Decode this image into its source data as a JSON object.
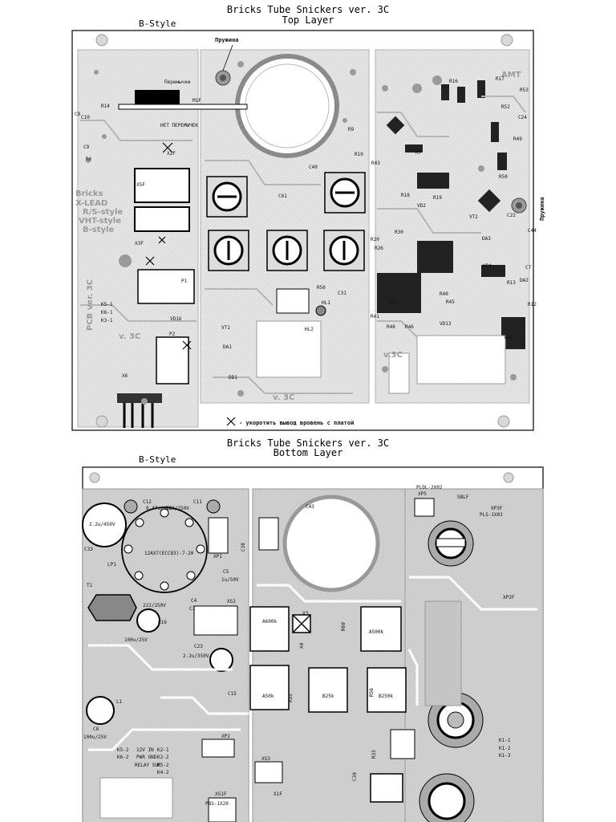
{
  "top": {
    "title_line1": "Bricks Tube Snickers ver. 3C",
    "title_line2": "Top Layer",
    "style_label": "B-Style",
    "spring_top": "Пружина",
    "spring_right": "Пружина",
    "footer_note": "- укоротить вывод вровень с платой",
    "side_text": [
      "Bricks",
      "X-LEAD",
      "R/S-style",
      "VHT-style",
      "B-style"
    ],
    "pcb_label": "PCB ver. 3C",
    "version_left": "v. 3C",
    "version_center": "v. 3C",
    "version_right": "v.3C",
    "jumper_note1": "Перемычки",
    "jumper_note2": "НЕТ ПЕРЕМЫЧЕК",
    "logo": "AMT",
    "resistor_labels": [
      "R16",
      "R14",
      "R17",
      "R52",
      "R53",
      "R6",
      "R9",
      "R10",
      "R7",
      "R18",
      "R19",
      "R20",
      "R26",
      "R30",
      "R41",
      "R43",
      "R50",
      "R12",
      "R13",
      "R40",
      "R45",
      "R46",
      "R48",
      "R49",
      "R56"
    ],
    "other_labels": [
      "C40",
      "C24",
      "C7",
      "C8",
      "C9",
      "C10",
      "C22",
      "C25",
      "C31",
      "C44",
      "C61",
      "X2F",
      "X3F",
      "X5F",
      "X6",
      "P1",
      "P2",
      "VT1",
      "VT2",
      "VD1",
      "VD2",
      "VD4",
      "VD13",
      "VD16",
      "DA1",
      "DA2",
      "DA3",
      "HL1",
      "HL2",
      "K5-1",
      "K6-1",
      "K3-1",
      "M1F",
      "DD1"
    ]
  },
  "bottom": {
    "title_line1": "Bricks Tube Snickers ver. 3C",
    "title_line2": "Bottom Layer",
    "style_label": "B-Style",
    "component_labels": [
      "C12",
      "C11",
      "C33",
      "C5",
      "C1",
      "C4",
      "C16",
      "C23",
      "C15",
      "C8",
      "C43",
      "C39",
      "C38",
      "T1",
      "LP1",
      "L1",
      "XP1",
      "XP2",
      "XP3F",
      "XP5",
      "XS2",
      "XS3",
      "XS1F",
      "X1F",
      "X3",
      "X4",
      "SBLF",
      "R60",
      "R55",
      "R56",
      "R33",
      "XP2F",
      "K1-1",
      "K1-2",
      "K1-3",
      "K2-1",
      "K2-2",
      "K3-2",
      "K4-2",
      "K5-2",
      "K6-2",
      "PBS-1X20",
      "PLDL-2X02",
      "PLS-1X02"
    ],
    "value_labels": [
      "0.47u/400",
      "223/250V",
      "2.2u/450V",
      "12AX7(ECC83)-7-20",
      "1u/50V",
      "222/250V",
      "100u/25V",
      "2.2u/350V",
      "100u/25V",
      "A600k",
      "A500k",
      "B25k",
      "B250k",
      "A50k",
      "12V IN",
      "PWR GND",
      "RELAY SUP"
    ]
  }
}
